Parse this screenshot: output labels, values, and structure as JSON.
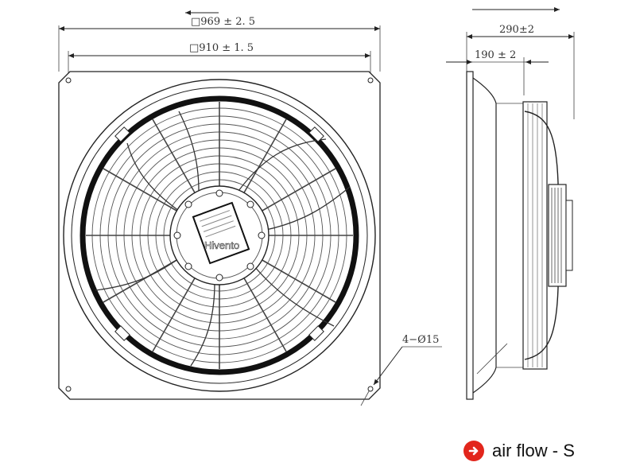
{
  "dimensions": {
    "frame_outer": "□969 ± 2. 5",
    "hole_pitch": "□910 ± 1. 5",
    "total_depth": "290±2",
    "partial_depth": "190 ± 2",
    "mounting_holes": "4−Ø15"
  },
  "brand": {
    "watermark": "Hivento"
  },
  "legend": {
    "label": "air flow - S",
    "icon": "arrow-right-circle-icon",
    "icon_color": "#e2261c"
  }
}
